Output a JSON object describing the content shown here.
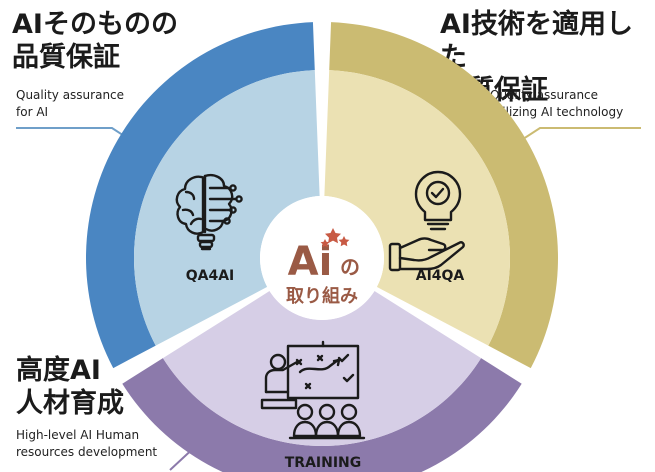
{
  "segments": {
    "qa4ai": {
      "heading": [
        "AIそのものの",
        "品質保証"
      ],
      "subtitle": [
        "Quality assurance",
        "for AI"
      ],
      "label": "QA4AI",
      "colors": {
        "outer": "#4a86c2",
        "inner": "#b7d3e4",
        "leader": "#6f9fc9"
      },
      "icon": "brain-bulb-icon"
    },
    "ai4qa": {
      "heading": [
        "AI技術を適用した",
        "品質保証"
      ],
      "subtitle": [
        "Quality assurance",
        "utilizing AI technology"
      ],
      "label": "AI4QA",
      "colors": {
        "outer": "#cbbb72",
        "inner": "#ebe1b3",
        "leader": "#cbbb72"
      },
      "icon": "hand-bulb-icon"
    },
    "training": {
      "heading": [
        "高度AI",
        "人材育成"
      ],
      "subtitle": [
        "High-level AI Human",
        "resources development"
      ],
      "label": "TRAINING",
      "colors": {
        "outer": "#8c7aab",
        "inner": "#d6cee6",
        "leader": "#8c7aab"
      },
      "icon": "classroom-icon"
    }
  },
  "center": {
    "logo_text": "Ai",
    "no_text": "の",
    "subtitle": "取り組み",
    "color": "#9a5a45"
  }
}
